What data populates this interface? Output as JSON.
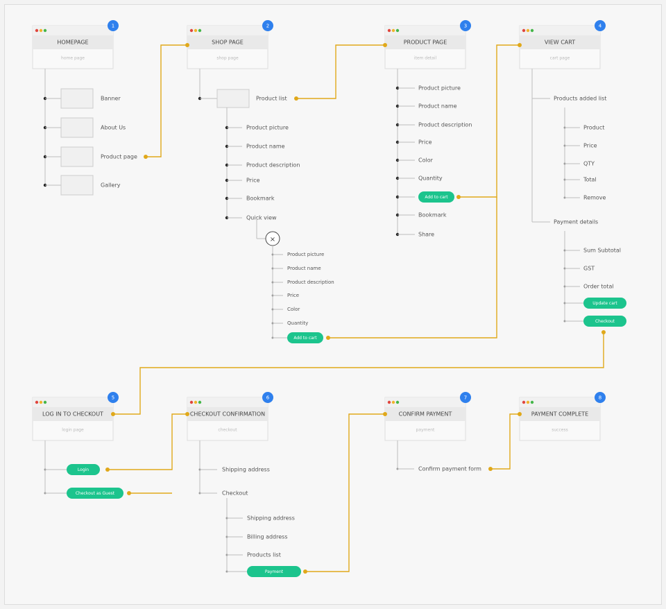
{
  "colors": {
    "connector": "#e0a81a",
    "button": "#1cc48d",
    "badge": "#2f80ed",
    "dot_red": "#e0463e",
    "dot_yellow": "#f0b42c",
    "dot_green": "#45b649",
    "card_header": "#e9e9e9",
    "card_body": "#f9f9f9",
    "tree_line": "#bdbdbd",
    "label": "#555555"
  },
  "cards": [
    {
      "id": "homepage",
      "badge": "1",
      "title": "HOMEPAGE",
      "subtitle": "home page"
    },
    {
      "id": "shop",
      "badge": "2",
      "title": "SHOP PAGE",
      "subtitle": "shop page"
    },
    {
      "id": "product",
      "badge": "3",
      "title": "PRODUCT PAGE",
      "subtitle": "item detail"
    },
    {
      "id": "cart",
      "badge": "4",
      "title": "VIEW CART",
      "subtitle": "cart page"
    },
    {
      "id": "login",
      "badge": "5",
      "title": "LOG IN TO CHECKOUT",
      "subtitle": "login page"
    },
    {
      "id": "confirm",
      "badge": "6",
      "title": "CHECKOUT CONFIRMATION",
      "subtitle": "checkout"
    },
    {
      "id": "payment",
      "badge": "7",
      "title": "CONFIRM PAYMENT",
      "subtitle": "payment"
    },
    {
      "id": "complete",
      "badge": "8",
      "title": "PAYMENT COMPLETE",
      "subtitle": "success"
    }
  ],
  "homepage_items": [
    "Banner",
    "About Us",
    "Product page",
    "Gallery"
  ],
  "shop": {
    "product_list": "Product list",
    "items": [
      "Product picture",
      "Product name",
      "Product description",
      "Price",
      "Bookmark",
      "Quick view"
    ],
    "quick_view_items": [
      "Product picture",
      "Product name",
      "Product description",
      "Price",
      "Color",
      "Quantity"
    ],
    "add_button": "Add to cart"
  },
  "product_items": [
    "Product picture",
    "Product name",
    "Product description",
    "Price",
    "Color",
    "Quantity",
    "Add to cart",
    "Bookmark",
    "Share"
  ],
  "cart": {
    "products_added": "Products added list",
    "product_items": [
      "Product",
      "Price",
      "QTY",
      "Total",
      "Remove"
    ],
    "payment_details": "Payment details",
    "payment_items": [
      "Sum Subtotal",
      "GST",
      "Order total"
    ],
    "buttons": [
      "Update cart",
      "Checkout"
    ]
  },
  "login": {
    "buttons": [
      "Login",
      "Checkout as Guest"
    ]
  },
  "confirm": {
    "items": [
      "Shipping address",
      "Checkout"
    ],
    "checkout_items": [
      "Shipping address",
      "Billing address",
      "Products list"
    ],
    "button": "Payment"
  },
  "payment": {
    "item": "Confirm payment form"
  }
}
